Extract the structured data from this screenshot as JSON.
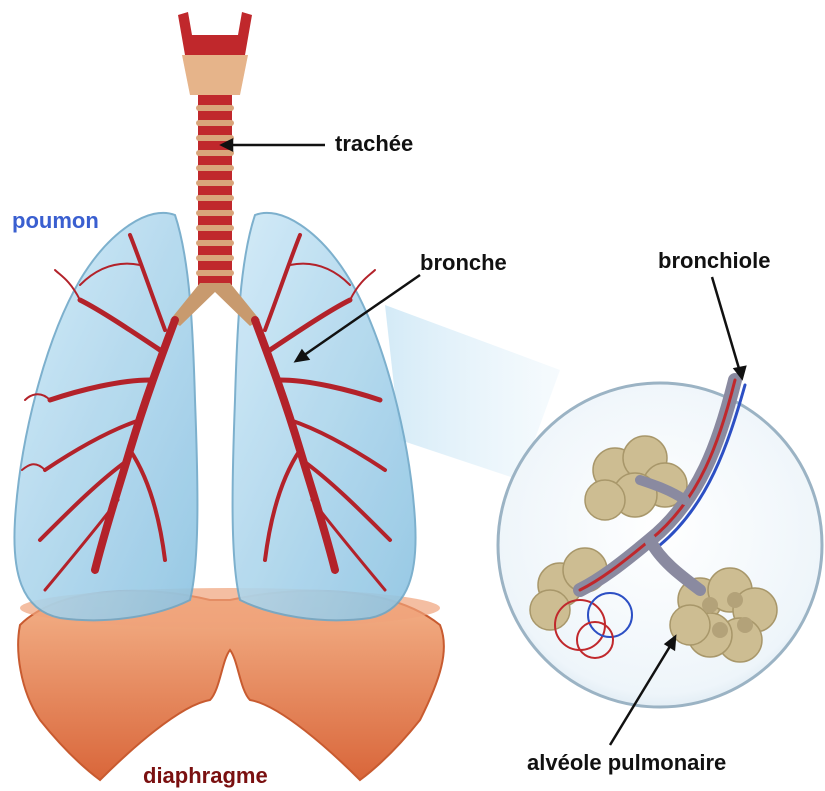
{
  "labels": {
    "trachea": "trachée",
    "lung": "poumon",
    "bronchus": "bronche",
    "bronchiole": "bronchiole",
    "diaphragm": "diaphragme",
    "alveolus": "alvéole pulmonaire"
  },
  "colors": {
    "label_text": "#111111",
    "lung_label": "#3a5fd0",
    "diaphragm_label": "#7a1010",
    "lung_fill": "#a9d6ee",
    "airway": "#c0282c",
    "cartilage": "#c89a6e",
    "diaphragm": "#e9885a",
    "alveoli": "#c9b98e",
    "vein_blue": "#2c4fc4"
  }
}
